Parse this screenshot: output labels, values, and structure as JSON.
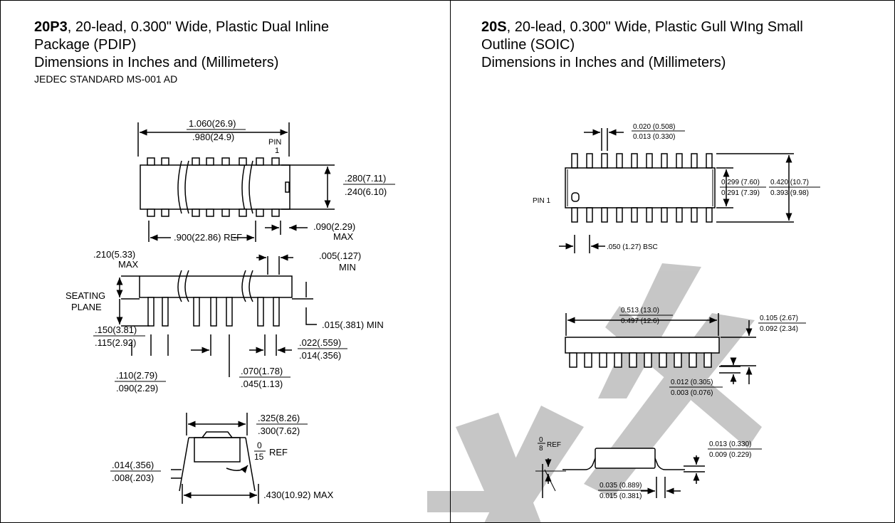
{
  "left": {
    "code": "20P3",
    "title_rest": ", 20-lead, 0.300\" Wide, Plastic Dual Inline",
    "title_line2": "Package (PDIP)",
    "dims_line": "Dimensions in Inches and (Millimeters)",
    "jedec": "JEDEC STANDARD MS-001 AD",
    "top_view": {
      "len_max": "1.060(26.9)",
      "len_min": ".980(24.9)",
      "pin_label": "PIN",
      "pin_num": "1",
      "w_max": ".280(7.11)",
      "w_min": ".240(6.10)",
      "ref": ".900(22.86) REF",
      "end_max": ".090(2.29)",
      "end_max_word": "MAX"
    },
    "side_view": {
      "h_max": ".210(5.33)",
      "h_max_word": "MAX",
      "gap_min": ".005(.127)",
      "gap_min_word": "MIN",
      "seating1": "SEATING",
      "seating2": "PLANE",
      "standoff": ".015(.381) MIN",
      "lead_len_max": ".150(3.81)",
      "lead_len_min": ".115(2.92)",
      "lead_w_max": ".022(.559)",
      "lead_w_min": ".014(.356)",
      "pitch_max": ".110(2.79)",
      "pitch_min": ".090(2.29)",
      "shoulder_max": ".070(1.78)",
      "shoulder_min": ".045(1.13)"
    },
    "end_view": {
      "row_max": ".325(8.26)",
      "row_min": ".300(7.62)",
      "ang_top": "0",
      "ang_bot": "15",
      "ang_ref": "REF",
      "thick_max": ".014(.356)",
      "thick_min": ".008(.203)",
      "span": ".430(10.92) MAX"
    }
  },
  "right": {
    "code": "20S",
    "title_rest": ", 20-lead, 0.300\" Wide, Plastic Gull WIng Small",
    "title_line2": "Outline (SOIC)",
    "dims_line": "Dimensions in Inches and (Millimeters)",
    "top_view": {
      "lead_w_max": "0.020 (0.508)",
      "lead_w_min": "0.013 (0.330)",
      "body_w_max": "0.299 (7.60)",
      "body_w_min": "0.291 (7.39)",
      "span_max": "0.420 (10.7)",
      "span_min": "0.393 (9.98)",
      "pin1": "PIN 1",
      "pitch": ".050 (1.27) BSC"
    },
    "side_view": {
      "len_max": "0.513 (13.0)",
      "len_min": "0.497 (12.6)",
      "h_max": "0.105 (2.67)",
      "h_min": "0.092 (2.34)",
      "standoff_max": "0.012 (0.305)",
      "standoff_min": "0.003 (0.076)"
    },
    "end_view": {
      "ang_top": "0",
      "ang_bot": "8",
      "ang_ref": "REF",
      "thick_max": "0.013 (0.330)",
      "thick_min": "0.009 (0.229)",
      "foot_max": "0.035 (0.889)",
      "foot_min": "0.015 (0.381)"
    }
  }
}
